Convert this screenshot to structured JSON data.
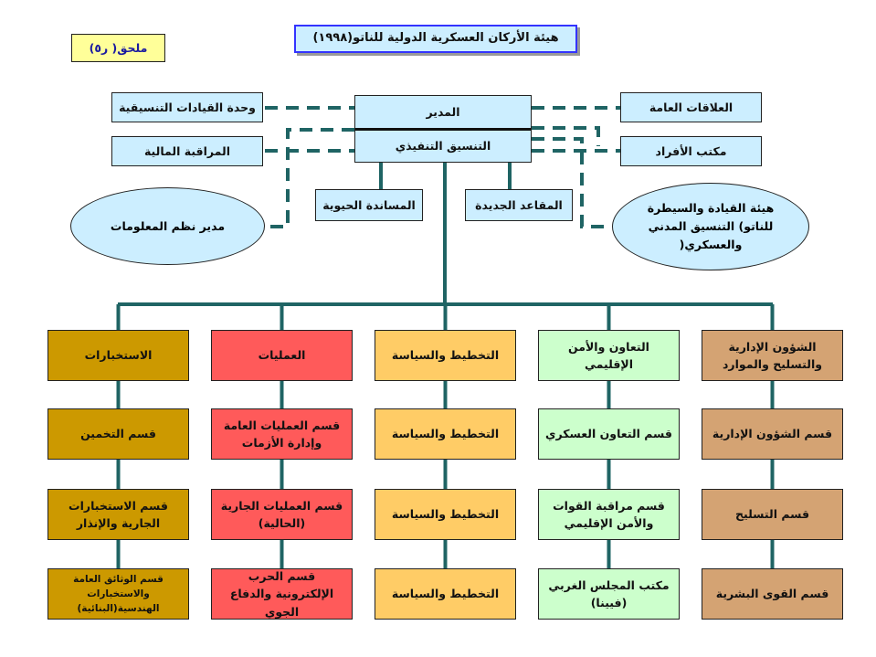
{
  "title": "هيئة الأركان العسكرية الدولية للناتو(١٩٩٨)",
  "annex_label": "ملحق( ر٥)",
  "director": {
    "top": "المدير",
    "bottom": "التنسيق التنفيذي"
  },
  "left_units": [
    "وحدة القيادات التنسيقية",
    "المراقبة المالية"
  ],
  "right_units": [
    "العلاقات العامة",
    "مكتب الأفراد"
  ],
  "info_manager": "مدير نظم المعلومات",
  "c3_agency": "هيئة القيادة والسيطرة للناتو) التنسيق المدني والعسكري(",
  "support_units": [
    "المساندة الحيوية",
    "المقاعد الجديدة"
  ],
  "colors": {
    "intel": "#cc9900",
    "ops": "#ff5a5a",
    "plans": "#ffcc66",
    "coop": "#ccffcc",
    "admin": "#d4a373",
    "line": "#1f6464"
  },
  "divisions": [
    {
      "head": "الاستخبارات",
      "sections": [
        "قسم التخمين",
        "قسم الاستخبارات الجارية والإنذار",
        "قسم الوثائق العامة والاستخبارات الهندسية(البنائية)"
      ]
    },
    {
      "head": "العمليات",
      "sections": [
        "قسم العمليات العامة وإدارة الأزمات",
        "قسم العمليات الجارية (الحالية)",
        "قسم الحرب الإلكترونية والدفاع الجوي"
      ]
    },
    {
      "head": "التخطيط والسياسة",
      "sections": [
        "التخطيط والسياسة",
        "التخطيط والسياسة",
        "التخطيط والسياسة"
      ]
    },
    {
      "head": "التعاون والأمن الإقليمي",
      "sections": [
        "قسم التعاون العسكري",
        "قسم مراقبة القوات والأمن الإقليمي",
        "مكتب المجلس الغربي (فيينا)"
      ]
    },
    {
      "head": "الشؤون الإدارية والتسليح والموارد",
      "sections": [
        "قسم الشؤون الإدارية",
        "قسم التسليح",
        "قسم القوى البشرية"
      ]
    }
  ]
}
